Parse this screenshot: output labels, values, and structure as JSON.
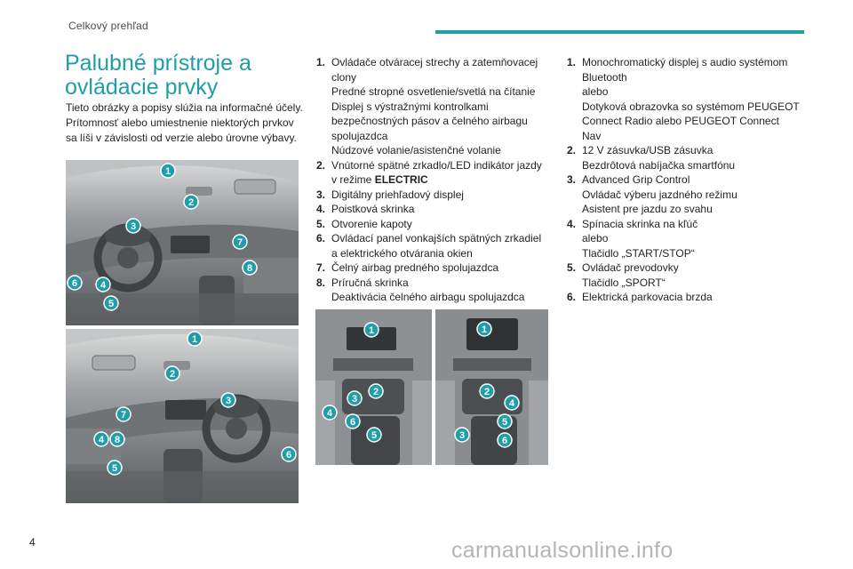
{
  "header": {
    "section": "Celkový prehľad"
  },
  "title": "Palubné prístroje a ovládacie prvky",
  "intro": "Tieto obrázky a popisy slúžia na informačné účely. Prítomnosť alebo umiestnenie niektorých prvkov sa líši v závislosti od verzie alebo úrovne výbavy.",
  "list_a": [
    {
      "num": "1.",
      "lines": [
        "Ovládače otváracej strechy a zatemňovacej clony",
        "Predné stropné osvetlenie/svetlá na čítanie",
        "Displej s výstražnými kontrolkami bezpečnostných pásov a čelného airbagu spolujazdca",
        "Núdzové volanie/asistenčné volanie"
      ]
    },
    {
      "num": "2.",
      "lines": [
        "Vnútorné spätné zrkadlo/LED indikátor jazdy v režime"
      ],
      "bold": "ELECTRIC"
    },
    {
      "num": "3.",
      "lines": [
        "Digitálny priehľadový displej"
      ]
    },
    {
      "num": "4.",
      "lines": [
        "Poistková skrinka"
      ]
    },
    {
      "num": "5.",
      "lines": [
        "Otvorenie kapoty"
      ]
    },
    {
      "num": "6.",
      "lines": [
        "Ovládací panel vonkajších spätných zrkadiel a elektrického otvárania okien"
      ]
    },
    {
      "num": "7.",
      "lines": [
        "Čelný airbag predného spolujazdca"
      ]
    },
    {
      "num": "8.",
      "lines": [
        "Príručná skrinka",
        "Deaktivácia čelného airbagu spolujazdca"
      ]
    }
  ],
  "list_b": [
    {
      "num": "1.",
      "lines": [
        "Monochromatický displej s audio systémom Bluetooth",
        "alebo",
        "Dotyková obrazovka so systémom PEUGEOT Connect Radio alebo PEUGEOT Connect Nav"
      ]
    },
    {
      "num": "2.",
      "lines": [
        "12 V zásuvka/USB zásuvka",
        "Bezdrôtová nabíjačka smartfónu"
      ]
    },
    {
      "num": "3.",
      "lines": [
        "Advanced Grip Control",
        "Ovládač výberu jazdného režimu",
        "Asistent pre jazdu zo svahu"
      ]
    },
    {
      "num": "4.",
      "lines": [
        "Spínacia skrinka na kľúč",
        "alebo",
        "Tlačidlo „START/STOP“"
      ]
    },
    {
      "num": "5.",
      "lines": [
        "Ovládač prevodovky",
        "Tlačidlo „SPORT“"
      ]
    },
    {
      "num": "6.",
      "lines": [
        "Elektrická parkovacia brzda"
      ]
    }
  ],
  "badges": {
    "p1": [
      "1",
      "2",
      "3",
      "7",
      "8",
      "6",
      "4",
      "5"
    ],
    "p2": [
      "1",
      "2",
      "3",
      "7",
      "4",
      "8",
      "5",
      "6"
    ],
    "p3": [
      "1",
      "2",
      "3",
      "4",
      "6",
      "5"
    ],
    "p4": [
      "1",
      "2",
      "4",
      "5",
      "3",
      "6"
    ]
  },
  "page_number": "4",
  "watermark": "carmanualsonline.info",
  "colors": {
    "accent": "#1f9ea8",
    "text": "#231f20"
  }
}
